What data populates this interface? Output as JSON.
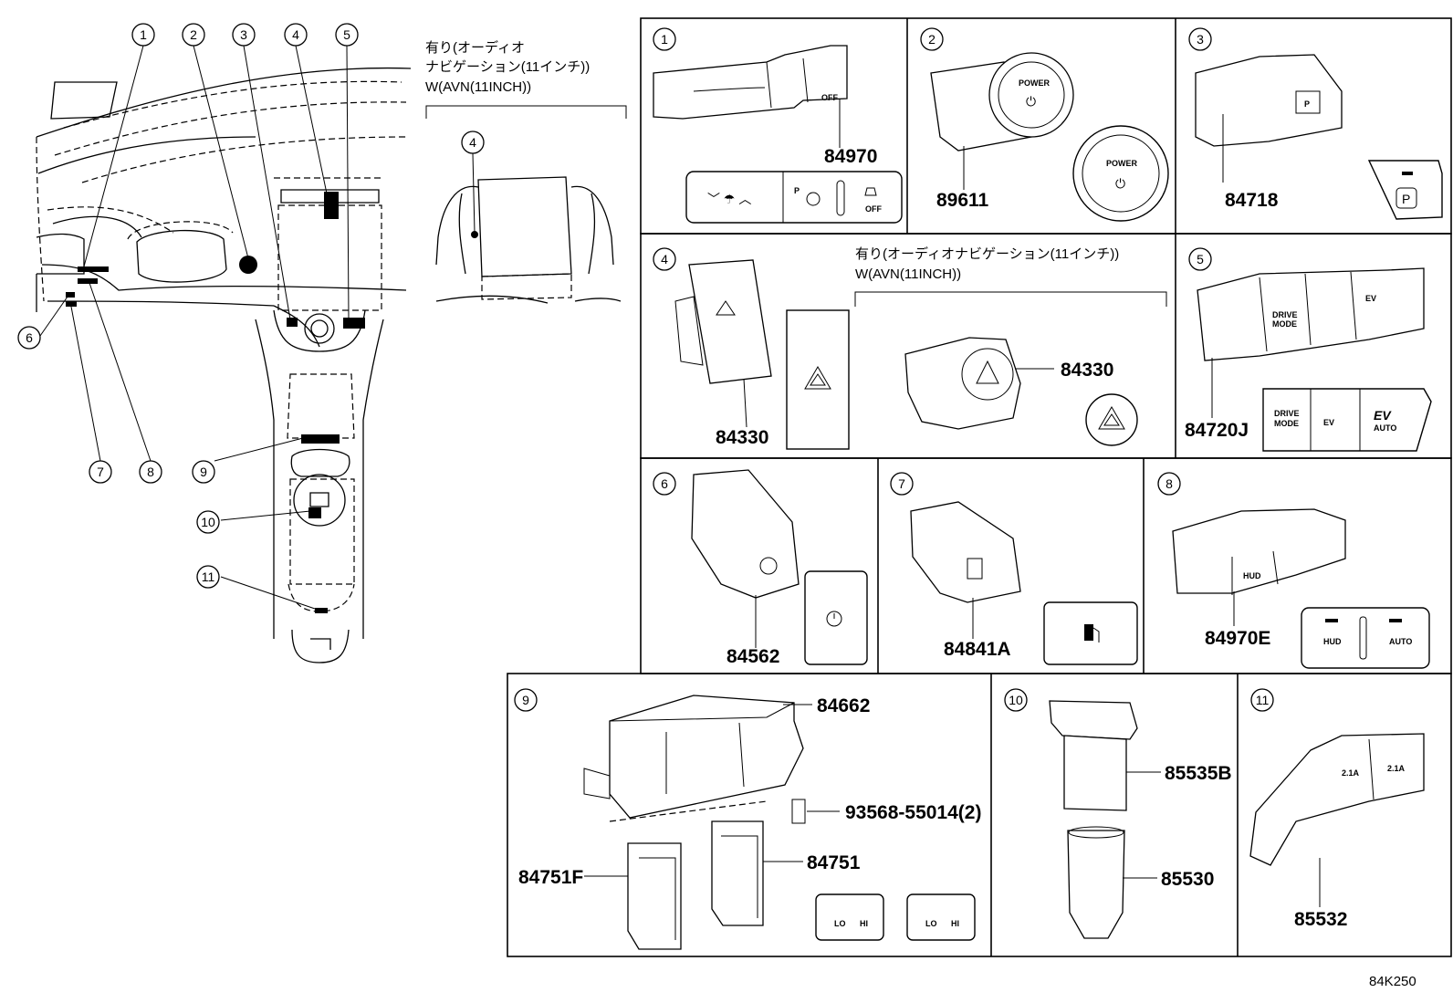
{
  "diagram_code": "84K250",
  "callouts": [
    "1",
    "2",
    "3",
    "4",
    "5",
    "6",
    "7",
    "8",
    "9",
    "10",
    "11"
  ],
  "variant_note": {
    "line1": "有り(オーディオ",
    "line2": "ナビゲーション(11インチ))",
    "line3": "W(AVN(11INCH))",
    "full": "有り(オーディオナビゲーション(11インチ))"
  },
  "panels": [
    {
      "no": "1",
      "parts": [
        "84970"
      ]
    },
    {
      "no": "2",
      "parts": [
        "89611"
      ],
      "labels": [
        "POWER",
        "POWER"
      ]
    },
    {
      "no": "3",
      "parts": [
        "84718"
      ],
      "labels": [
        "P",
        "P"
      ]
    },
    {
      "no": "4",
      "parts": [
        "84330",
        "84330"
      ]
    },
    {
      "no": "5",
      "parts": [
        "84720J"
      ],
      "labels": [
        "DRIVE MODE",
        "EV",
        "AUTO"
      ]
    },
    {
      "no": "6",
      "parts": [
        "84562"
      ]
    },
    {
      "no": "7",
      "parts": [
        "84841A"
      ]
    },
    {
      "no": "8",
      "parts": [
        "84970E"
      ],
      "labels": [
        "HUD",
        "AUTO"
      ]
    },
    {
      "no": "9",
      "parts": [
        "84662",
        "93568-55014(2)",
        "84751F",
        "84751"
      ],
      "labels": [
        "LO",
        "HI"
      ]
    },
    {
      "no": "10",
      "parts": [
        "85535B",
        "85530"
      ]
    },
    {
      "no": "11",
      "parts": [
        "85532"
      ],
      "labels": [
        "2.1A",
        "2.1A"
      ]
    }
  ],
  "panel1": {
    "label_off": "OFF"
  },
  "panel2": {
    "label_top": "POWER",
    "label_btn": "POWER"
  },
  "panel3": {
    "label_top": "P",
    "label_btn": "P"
  },
  "panel5": {
    "drive": "DRIVE",
    "mode": "MODE",
    "ev": "EV",
    "auto": "AUTO"
  },
  "panel8": {
    "hud": "HUD",
    "auto": "AUTO"
  },
  "panel9": {
    "lo": "LO",
    "hi": "HI"
  },
  "panel11": {
    "amp1": "2.1A",
    "amp2": "2.1A"
  }
}
